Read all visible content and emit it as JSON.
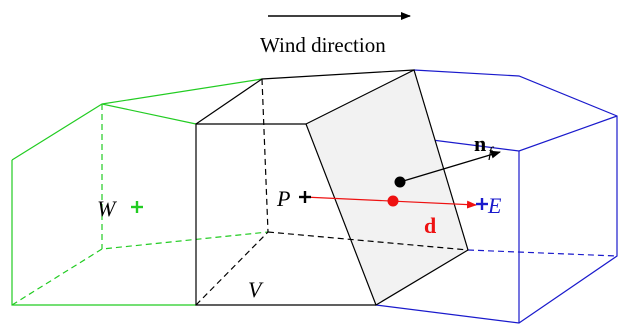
{
  "diagram": {
    "wind_label": "Wind direction",
    "labels": {
      "west": "W",
      "point_p": "P",
      "point_e": "E",
      "cell_v": "V",
      "vector_d": "d",
      "normal_n": "n",
      "normal_sub": "f"
    },
    "colors": {
      "west_cell": "#22cc22",
      "east_cell": "#1a1acc",
      "center_cell": "#000000",
      "face_fill": "#f2f2f2",
      "vector_d": "#ee1111",
      "marker_east": "#1a1acc",
      "marker_west": "#22cc22"
    }
  }
}
